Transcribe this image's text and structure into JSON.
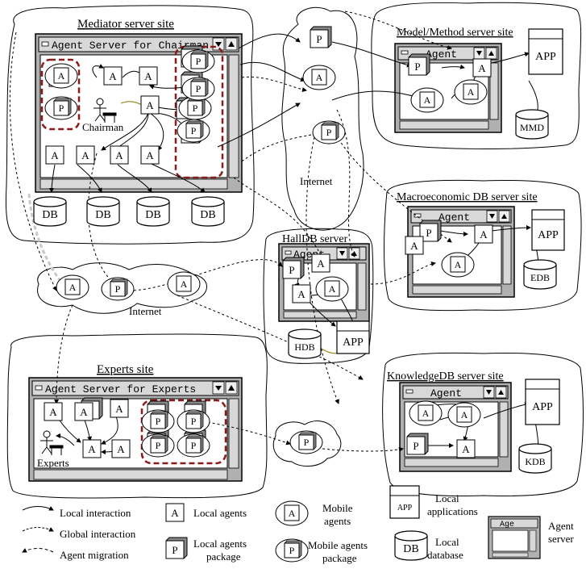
{
  "sites": {
    "mediator": "Mediator server site",
    "model": "Model/Method server site",
    "macro": "Macroeconomic DB server site",
    "hall": "HallDB server",
    "experts": "Experts  site",
    "knowledge": "KnowledgeDB server site"
  },
  "windows": {
    "chairman": "Agent Server for Chairman",
    "experts": "Agent Server for Experts",
    "agent": "Agent"
  },
  "labels": {
    "chairman": "Chairman",
    "experts": "Experts",
    "internet": "Internet"
  },
  "glyphs": {
    "a": "A",
    "p": "P",
    "db": "DB",
    "app": "APP",
    "mmd": "MMD",
    "edb": "EDB",
    "hdb": "HDB",
    "kdb": "KDB"
  },
  "legend": {
    "local_interaction": "Local interaction",
    "global_interaction": "Global interaction",
    "agent_migration": "Agent migration",
    "local_agents": "Local agents",
    "local_agents_package_1": "Local agents",
    "local_agents_package_2": "package",
    "mobile_agents_1": "Mobile",
    "mobile_agents_2": "agents",
    "mobile_agents_package_1": "Mobile agents",
    "mobile_agents_package_2": "package",
    "local_applications_1": "Local",
    "local_applications_2": "applications",
    "local_database_1": "Local",
    "local_database_2": "database",
    "agent_server_1": "Agent",
    "agent_server_2": "server",
    "mini_window": "Age"
  },
  "colors": {
    "window_bg": "#b0b0b0",
    "dashed_group": "#8b1a1a",
    "migration_arrow": "#c8c8c8",
    "highlight_arrow": "#9a8a20"
  }
}
